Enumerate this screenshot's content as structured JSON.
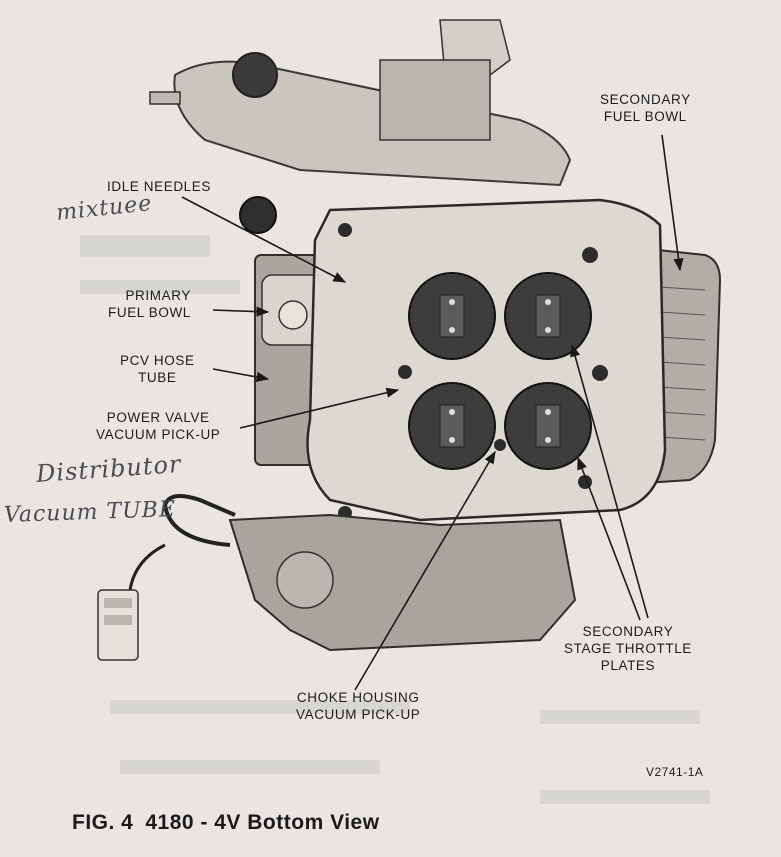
{
  "figure": {
    "number": "FIG. 4",
    "title": "4180 - 4V Bottom View",
    "code": "V2741-1A"
  },
  "labels": {
    "secondary_fuel_bowl": "SECONDARY\nFUEL BOWL",
    "idle_needles": "IDLE NEEDLES",
    "primary_fuel_bowl": "PRIMARY\nFUEL BOWL",
    "pcv_hose_tube": "PCV HOSE\nTUBE",
    "power_valve": "POWER VALVE\nVACUUM PICK-UP",
    "secondary_throttle_plates": "SECONDARY\nSTAGE THROTTLE\nPLATES",
    "choke_housing": "CHOKE HOUSING\nVACUUM PICK-UP"
  },
  "handwriting": {
    "mixture": "mixtuee",
    "distributor": "Distributor",
    "vacuum_tube": "Vacuum TUBE"
  }
}
